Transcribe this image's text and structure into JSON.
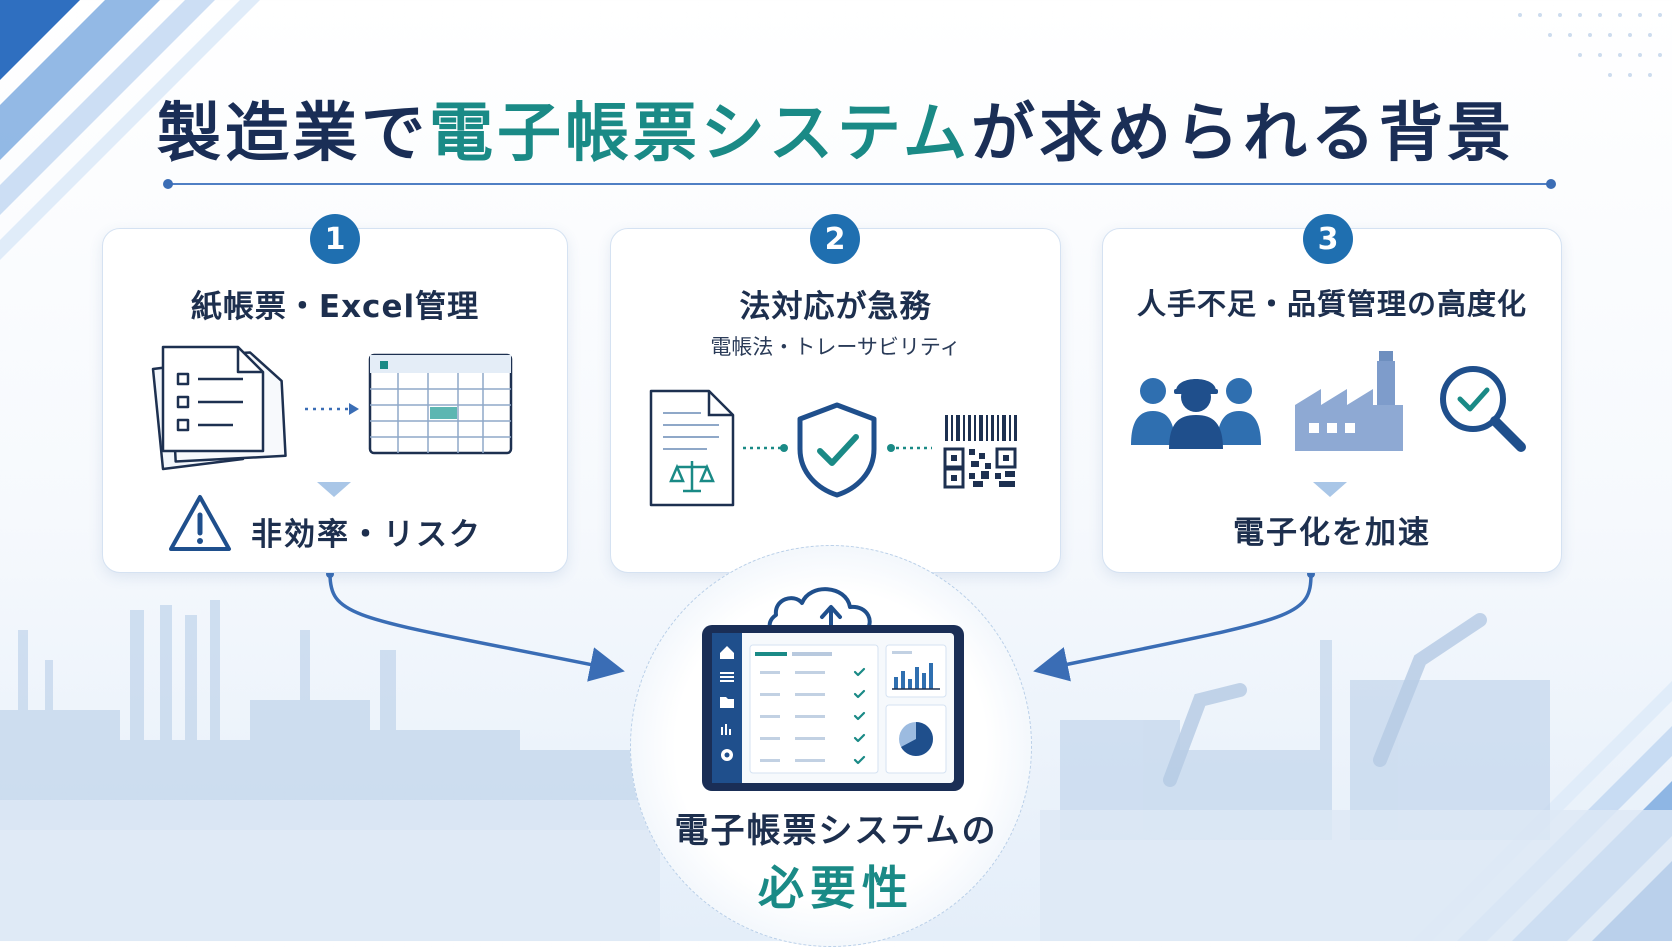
{
  "header": {
    "title_prefix": "製造業で",
    "title_highlight": "電子帳票システム",
    "title_suffix": "が求められる背景"
  },
  "cards": [
    {
      "number": "1",
      "title": "紙帳票・Excel管理",
      "result": "非効率・リスク"
    },
    {
      "number": "2",
      "title": "法対応が急務",
      "subtitle": "電帳法・トレーサビリティ"
    },
    {
      "number": "3",
      "title": "人手不足・品質管理の高度化",
      "result": "電子化を加速"
    }
  ],
  "center": {
    "line1": "電子帳票システムの",
    "line2": "必要性"
  },
  "colors": {
    "navy": "#1a2e56",
    "teal": "#1a8a86",
    "blue": "#1f6fb0",
    "accent": "#3b6db5"
  }
}
